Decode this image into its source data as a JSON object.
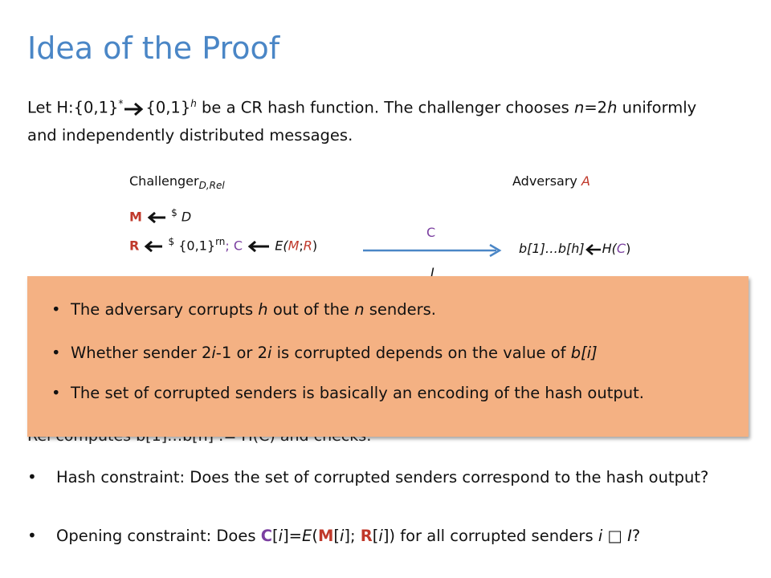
{
  "title": "Idea of the Proof",
  "intro": {
    "line1_a": "Let H:{0,1}",
    "line1_star": "*",
    "line1_b": "{0,1}",
    "line1_h": "h",
    "line1_c": " be a CR hash function. The challenger chooses ",
    "line1_n": "n",
    "line1_d": "=2",
    "line1_h2": "h",
    "line1_e": " uniformly",
    "line2": "and independently distributed messages."
  },
  "protocol": {
    "challenger": "Challenger",
    "challenger_sub": "D,Rel",
    "adversary": "Adversary ",
    "adversary_A": "A",
    "M": "M",
    "dollar1": "$",
    "D": "D",
    "R": "R",
    "dollar2": "$",
    "set": "{0,1}",
    "rn": "rn",
    "semi_C": "; C",
    "E_expr": {
      "E": "E(",
      "M": "M",
      "semi": ";",
      "R": "R",
      "close": ")"
    },
    "C_label": "C",
    "I_label": "I",
    "bh": "b[1]…b[h]",
    "H": "H(",
    "HC": "C",
    "Hclose": ")"
  },
  "overlay": {
    "bullets": [
      {
        "pre": "The adversary corrupts ",
        "i1": "h",
        "mid": " out of the ",
        "i2": "n",
        "post": " senders."
      },
      {
        "pre": "Whether sender 2",
        "i1": "i",
        "mid": "-1 or 2",
        "i2": "i",
        "post": " is corrupted depends on the value of ",
        "i3": "b[i]"
      },
      {
        "pre": "The set of corrupted senders is basically an encoding of the hash output."
      }
    ]
  },
  "hidden_text": "Rel computes b[1]…b[h] := H(C) and checks:",
  "bottom": {
    "b1": "Hash constraint: Does the set of corrupted senders correspond to the hash output?",
    "b2": {
      "a": "Opening constraint: Does ",
      "C": "C",
      "b": "[",
      "i1": "i",
      "c": "]=",
      "E": "E",
      "d": "(",
      "M": "M",
      "e": "[",
      "i2": "i",
      "f": "]; ",
      "R": "R",
      "g": "[",
      "i3": "i",
      "h": "]) for all corrupted senders ",
      "i4": "i",
      "box": " □ ",
      "I": "I",
      "q": "?"
    }
  }
}
